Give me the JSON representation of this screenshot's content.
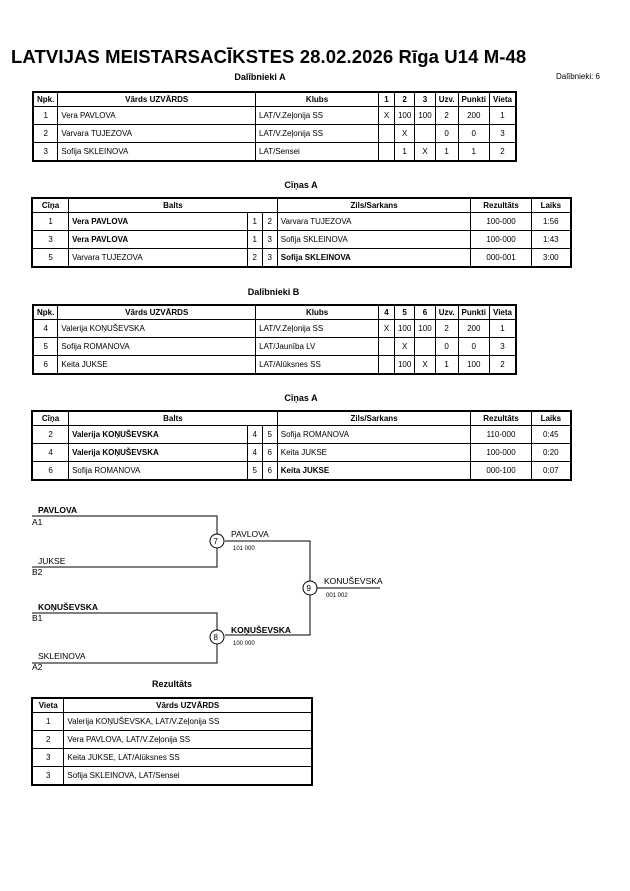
{
  "header": {
    "title": "LATVIJAS MEISTARSACĪKSTES  28.02.2026  Rīga   U14 M-48",
    "subtitle": "Dalībnieki A",
    "count": "Dalībnieki: 6"
  },
  "groupA": {
    "headers": [
      "Npk.",
      "Vārds UZVĀRDS",
      "Klubs",
      "1",
      "2",
      "3",
      "Uzv.",
      "Punkti",
      "Vieta"
    ],
    "rows": [
      {
        "npk": "1",
        "name": "Vera PAVLOVA",
        "club": "LAT/V.Zeļonija SS",
        "r1": "X",
        "r2": "100",
        "r3": "100",
        "wins": "2",
        "points": "200",
        "place": "1"
      },
      {
        "npk": "2",
        "name": "Varvara TUJEZOVA",
        "club": "LAT/V.Zeļonija SS",
        "r1": "",
        "r2": "X",
        "r3": "",
        "wins": "0",
        "points": "0",
        "place": "3"
      },
      {
        "npk": "3",
        "name": "Sofija SKLEINOVA",
        "club": "LAT/Sensei",
        "r1": "",
        "r2": "1",
        "r3": "X",
        "wins": "1",
        "points": "1",
        "place": "2"
      }
    ]
  },
  "fightsA": {
    "title": "Cīņas A",
    "headers": [
      "Cīņa",
      "Balts",
      "Zils/Sarkans",
      "Rezultāts",
      "Laiks"
    ],
    "rows": [
      {
        "no": "1",
        "white": "Vera PAVLOVA",
        "wn": "1",
        "bn": "2",
        "blue": "Varvara TUJEZOVA",
        "result": "100-000",
        "time": "1:56"
      },
      {
        "no": "3",
        "white": "Vera PAVLOVA",
        "wn": "1",
        "bn": "3",
        "blue": "Sofija SKLEINOVA",
        "result": "100-000",
        "time": "1:43"
      },
      {
        "no": "5",
        "white": "Varvara TUJEZOVA",
        "wn": "2",
        "bn": "3",
        "blue": "Sofija SKLEINOVA",
        "result": "000-001",
        "time": "3:00"
      }
    ]
  },
  "groupB": {
    "title": "Dalībnieki B",
    "headers": [
      "Npk.",
      "Vārds UZVĀRDS",
      "Klubs",
      "4",
      "5",
      "6",
      "Uzv.",
      "Punkti",
      "Vieta"
    ],
    "rows": [
      {
        "npk": "4",
        "name": "Valerija KOŅUŠEVSKA",
        "club": "LAT/V.Zeļonija SS",
        "r1": "X",
        "r2": "100",
        "r3": "100",
        "wins": "2",
        "points": "200",
        "place": "1"
      },
      {
        "npk": "5",
        "name": "Sofija ROMANOVA",
        "club": "LAT/Jaunība LV",
        "r1": "",
        "r2": "X",
        "r3": "",
        "wins": "0",
        "points": "0",
        "place": "3"
      },
      {
        "npk": "6",
        "name": "Keita JUKSE",
        "club": "LAT/Alūksnes SS",
        "r1": "",
        "r2": "100",
        "r3": "X",
        "wins": "1",
        "points": "100",
        "place": "2"
      }
    ]
  },
  "fightsB": {
    "title": "Cīņas A",
    "headers": [
      "Cīņa",
      "Balts",
      "Zils/Sarkans",
      "Rezultāts",
      "Laiks"
    ],
    "rows": [
      {
        "no": "2",
        "white": "Valerija KOŅUŠEVSKA",
        "wn": "4",
        "bn": "5",
        "blue": "Sofija ROMANOVA",
        "result": "110-000",
        "time": "0:45"
      },
      {
        "no": "4",
        "white": "Valerija KOŅUŠEVSKA",
        "wn": "4",
        "bn": "6",
        "blue": "Keita JUKSE",
        "result": "100-000",
        "time": "0:20"
      },
      {
        "no": "6",
        "white": "Sofija ROMANOVA",
        "wn": "5",
        "bn": "6",
        "blue": "Keita JUKSE",
        "result": "000-100",
        "time": "0:07"
      }
    ]
  },
  "bracket": {
    "p1": "PAVLOVA",
    "s1": "A1",
    "p2": "JUKSE",
    "s2": "B2",
    "p3": "KOŅUŠEVSKA",
    "s3": "B1",
    "p4": "SKLEINOVA",
    "s4": "A2",
    "m7": "7",
    "w7": "PAVLOVA",
    "sc7": "101  000",
    "m8": "8",
    "w8": "KOŅUŠEVSKA",
    "sc8": "100  000",
    "m9": "9",
    "w9": "KONUŠEVSKA",
    "sc9": "001  002"
  },
  "results": {
    "title": "Rezultāts",
    "headers": [
      "Vieta",
      "Vārds UZVĀRDS"
    ],
    "rows": [
      {
        "place": "1",
        "name": "Valerija KOŅUŠEVSKA, LAT/V.Zeļonija SS"
      },
      {
        "place": "2",
        "name": "Vera PAVLOVA, LAT/V.Zeļonija SS"
      },
      {
        "place": "3",
        "name": "Keita JUKSE, LAT/Alūksnes SS"
      },
      {
        "place": "3",
        "name": "Sofija SKLEINOVA, LAT/Sensei"
      }
    ]
  }
}
